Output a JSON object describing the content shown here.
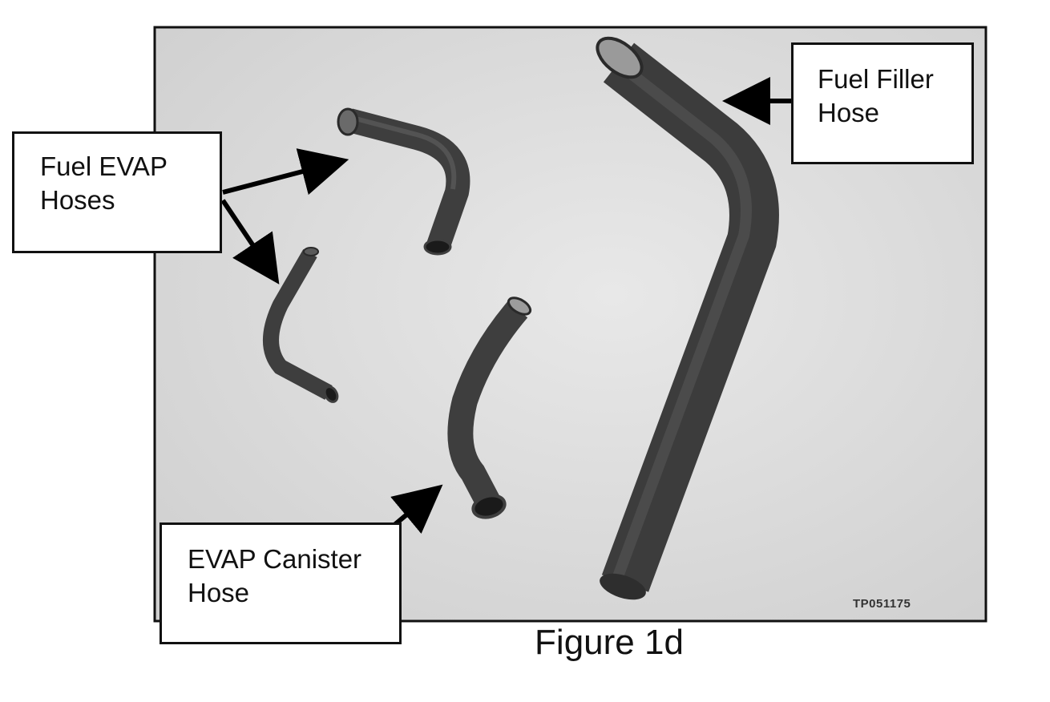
{
  "figure": {
    "caption": "Figure 1d",
    "photo_code": "TP051175"
  },
  "callouts": {
    "evap_hoses": {
      "line1": "Fuel EVAP",
      "line2": "Hoses"
    },
    "filler_hose": {
      "line1": "Fuel Filler",
      "line2": "Hose"
    },
    "canister_hose": {
      "line1": "EVAP Canister",
      "line2": "Hose"
    }
  },
  "colors": {
    "photo_background": "#dcdcdc",
    "hose": "#3f3f3f",
    "hose_highlight": "#5a5a5a",
    "hose_opening": "#1a1a1a",
    "frame": "#111111",
    "arrow": "#000000"
  }
}
